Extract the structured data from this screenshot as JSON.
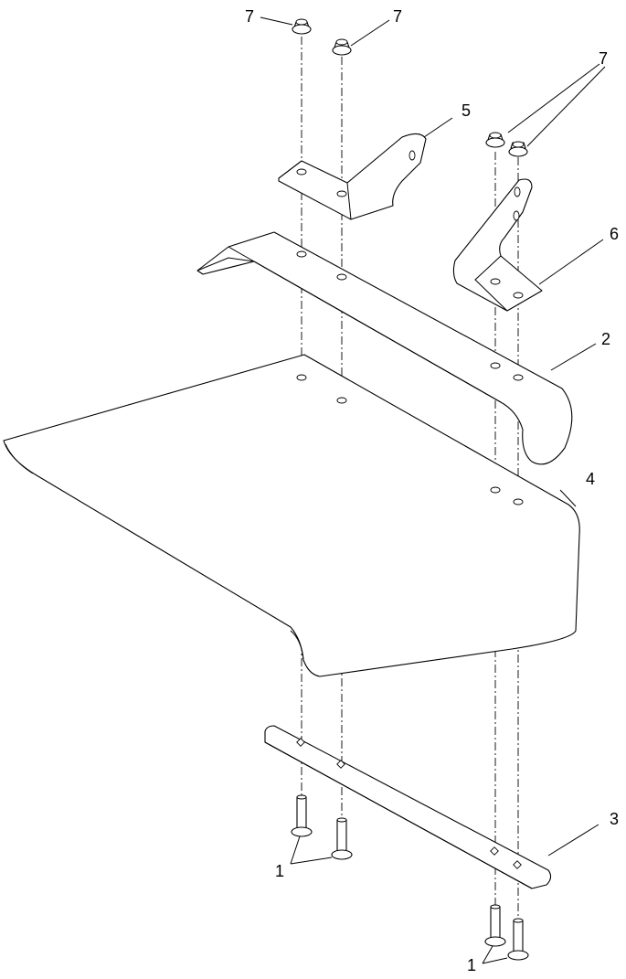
{
  "callouts": {
    "c1a": "1",
    "c1b": "1",
    "c2": "2",
    "c3": "3",
    "c4": "4",
    "c5": "5",
    "c6": "6",
    "c7a": "7",
    "c7b": "7",
    "c7c": "7"
  }
}
